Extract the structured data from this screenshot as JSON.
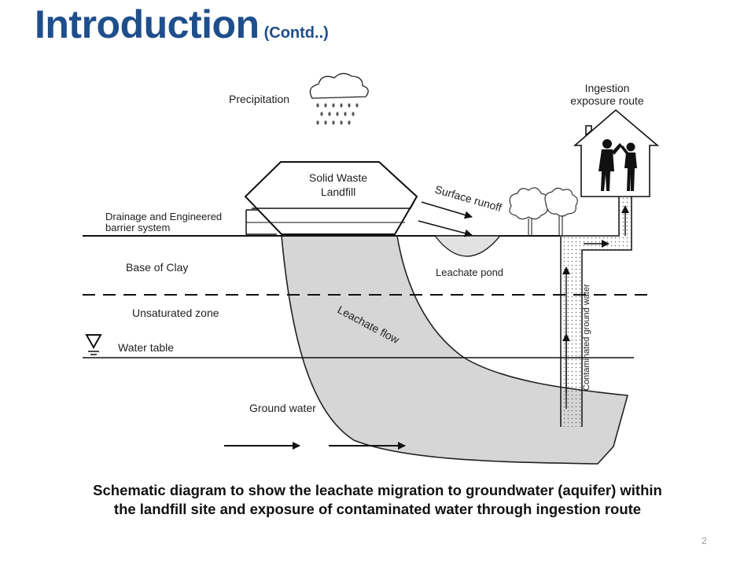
{
  "slide": {
    "title": "Introduction",
    "title_suffix": "(Contd..)",
    "caption_line1": "Schematic diagram to show the leachate migration to groundwater (aquifer) within",
    "caption_line2": "the landfill site and exposure of contaminated water through ingestion route",
    "page_number": "2",
    "title_color": "#1f4e8c"
  },
  "diagram": {
    "precipitation": "Precipitation",
    "ingestion_line1": "Ingestion",
    "ingestion_line2": "exposure route",
    "landfill_line1": "Solid Waste",
    "landfill_line2": "Landfill",
    "surface_runoff": "Surface runoff",
    "drainage_line1": "Drainage and Engineered",
    "drainage_line2": "barrier system",
    "base_of_clay": "Base of Clay",
    "leachate_pond": "Leachate pond",
    "unsaturated_zone": "Unsaturated zone",
    "leachate_flow": "Leachate flow",
    "water_table": "Water table",
    "contaminated_ground_water": "Contaminated ground water",
    "ground_water": "Ground water",
    "icons": [
      "rain-cloud-icon",
      "house-icon",
      "people-drinking-icon",
      "trees-icon",
      "water-table-icon"
    ],
    "plume_color": "#d6d6d6"
  }
}
